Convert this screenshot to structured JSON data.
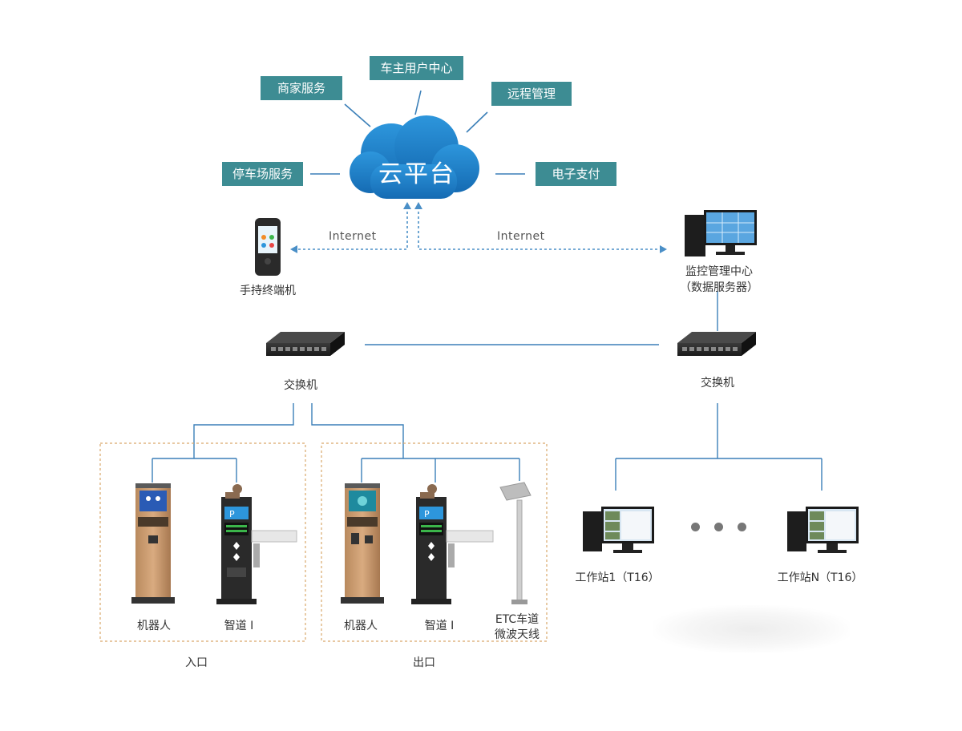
{
  "cloud": {
    "label": "云平台"
  },
  "services": {
    "merchant": "商家服务",
    "owner_center": "车主用户中心",
    "remote_mgmt": "远程管理",
    "parking": "停车场服务",
    "payment": "电子支付"
  },
  "links": {
    "internet_left": "Internet",
    "internet_right": "Internet"
  },
  "devices": {
    "handheld": "手持终端机",
    "monitor_center": "监控管理中心",
    "data_server": "（数据服务器）",
    "switch_left": "交换机",
    "switch_right": "交换机",
    "robot_in": "机器人",
    "gate_in": "智道 I",
    "robot_out": "机器人",
    "gate_out": "智道 I",
    "etc_line1": "ETC车道",
    "etc_line2": "微波天线",
    "workstation_1": "工作站1（T16）",
    "workstation_n": "工作站N（T16）"
  },
  "zones": {
    "entrance": "入口",
    "exit": "出口"
  },
  "colors": {
    "service_box": "#3d8c93",
    "cloud": "#1e7ec8",
    "line": "#3b7fb8",
    "zone_border": "#d9a86a"
  }
}
